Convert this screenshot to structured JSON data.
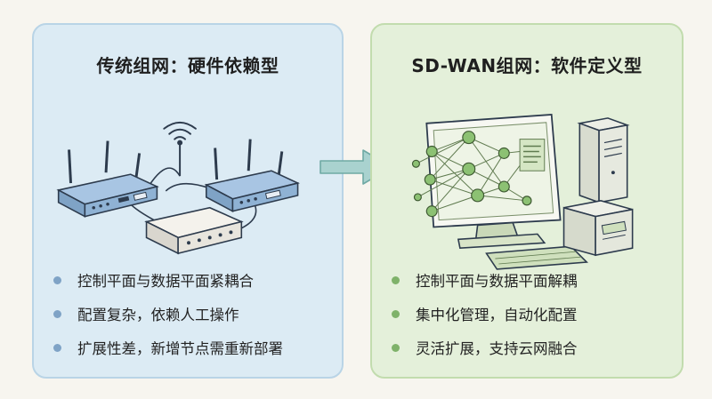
{
  "left_panel": {
    "title": "传统组网：硬件依赖型",
    "bullets": [
      "控制平面与数据平面紧耦合",
      "配置复杂，依赖人工操作",
      "扩展性差，新增节点需重新部署"
    ]
  },
  "right_panel": {
    "title": "SD-WAN组网：软件定义型",
    "bullets": [
      "控制平面与数据平面解耦",
      "集中化管理，自动化配置",
      "灵活扩展，支持云网融合"
    ]
  },
  "colors": {
    "left_bg": "#dcebf4",
    "right_bg": "#e4f0da",
    "left_bullet": "#7fa3c6",
    "right_bullet": "#7fb26a",
    "arrow": "#a9d2cf"
  },
  "icons": [
    "router-icon",
    "wifi-signal-icon",
    "switch-icon",
    "arrow-right-icon",
    "monitor-icon",
    "network-graph-icon",
    "server-tower-icon",
    "server-box-icon",
    "keyboard-icon"
  ]
}
